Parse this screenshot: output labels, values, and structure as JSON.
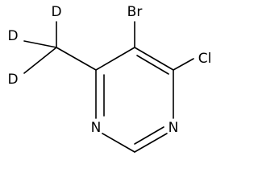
{
  "molecule": {
    "atoms": [
      {
        "id": "Br",
        "label": "Br"
      },
      {
        "id": "Cl",
        "label": "Cl"
      },
      {
        "id": "N1",
        "label": "N"
      },
      {
        "id": "N3",
        "label": "N"
      },
      {
        "id": "D1",
        "label": "D"
      },
      {
        "id": "D2",
        "label": "D"
      },
      {
        "id": "D3",
        "label": "D"
      }
    ],
    "bonds": [
      {
        "from": "C5",
        "to": "Br",
        "order": 1
      },
      {
        "from": "C4",
        "to": "Cl",
        "order": 1
      },
      {
        "from": "C5",
        "to": "C4",
        "order": 2
      },
      {
        "from": "C4",
        "to": "N3",
        "order": 1
      },
      {
        "from": "N3",
        "to": "C2",
        "order": 2
      },
      {
        "from": "C2",
        "to": "N1",
        "order": 1
      },
      {
        "from": "N1",
        "to": "C6",
        "order": 2
      },
      {
        "from": "C6",
        "to": "C5",
        "order": 1
      },
      {
        "from": "C6",
        "to": "CD3",
        "order": 1
      },
      {
        "from": "CD3",
        "to": "D1",
        "order": 1
      },
      {
        "from": "CD3",
        "to": "D2",
        "order": 1
      },
      {
        "from": "CD3",
        "to": "D3",
        "order": 1
      }
    ]
  }
}
